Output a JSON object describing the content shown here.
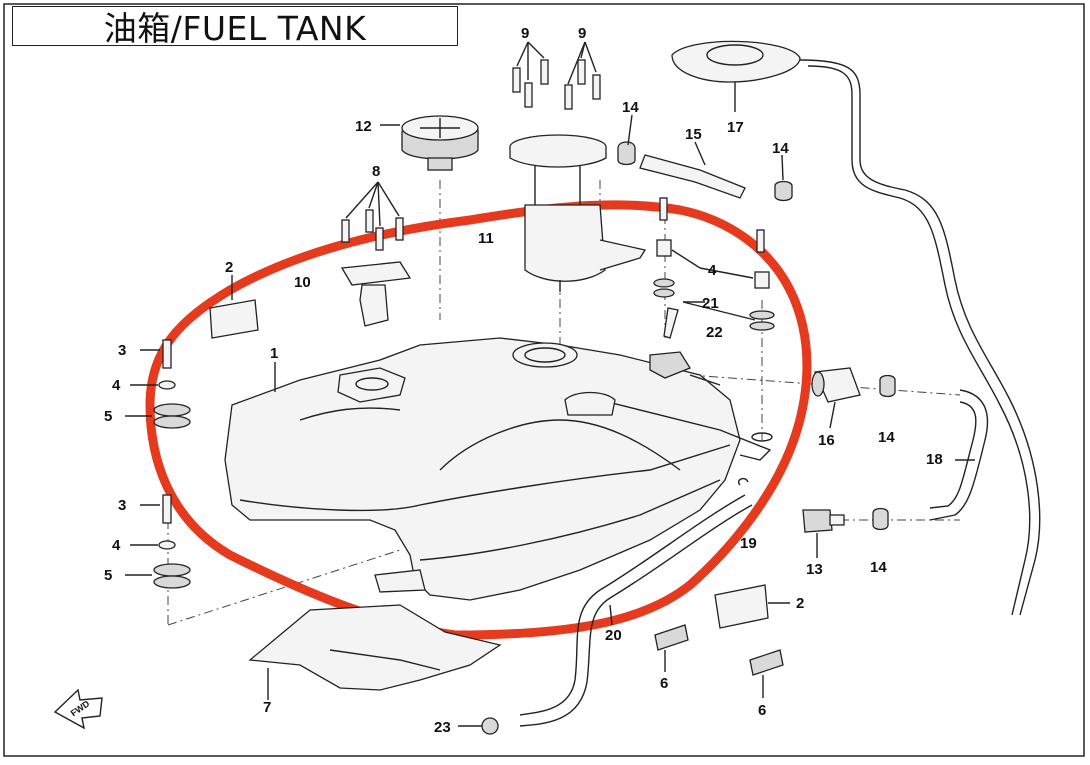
{
  "title": "油箱/FUEL TANK",
  "fwd_label": "FWD",
  "colors": {
    "highlight": "#e63a1f",
    "line": "#222222",
    "background": "#ffffff"
  },
  "callouts": [
    {
      "id": "c1",
      "label": "1"
    },
    {
      "id": "c2a",
      "label": "2"
    },
    {
      "id": "c2b",
      "label": "2"
    },
    {
      "id": "c3a",
      "label": "3"
    },
    {
      "id": "c3b",
      "label": "3"
    },
    {
      "id": "c4a",
      "label": "4"
    },
    {
      "id": "c4b",
      "label": "4"
    },
    {
      "id": "c4c",
      "label": "4"
    },
    {
      "id": "c5a",
      "label": "5"
    },
    {
      "id": "c5b",
      "label": "5"
    },
    {
      "id": "c6a",
      "label": "6"
    },
    {
      "id": "c6b",
      "label": "6"
    },
    {
      "id": "c7",
      "label": "7"
    },
    {
      "id": "c8",
      "label": "8"
    },
    {
      "id": "c9a",
      "label": "9"
    },
    {
      "id": "c9b",
      "label": "9"
    },
    {
      "id": "c10",
      "label": "10"
    },
    {
      "id": "c11",
      "label": "11"
    },
    {
      "id": "c12",
      "label": "12"
    },
    {
      "id": "c13",
      "label": "13"
    },
    {
      "id": "c14a",
      "label": "14"
    },
    {
      "id": "c14b",
      "label": "14"
    },
    {
      "id": "c14c",
      "label": "14"
    },
    {
      "id": "c14d",
      "label": "14"
    },
    {
      "id": "c15",
      "label": "15"
    },
    {
      "id": "c16",
      "label": "16"
    },
    {
      "id": "c17",
      "label": "17"
    },
    {
      "id": "c18",
      "label": "18"
    },
    {
      "id": "c19",
      "label": "19"
    },
    {
      "id": "c20",
      "label": "20"
    },
    {
      "id": "c21",
      "label": "21"
    },
    {
      "id": "c22",
      "label": "22"
    },
    {
      "id": "c23",
      "label": "23"
    }
  ]
}
